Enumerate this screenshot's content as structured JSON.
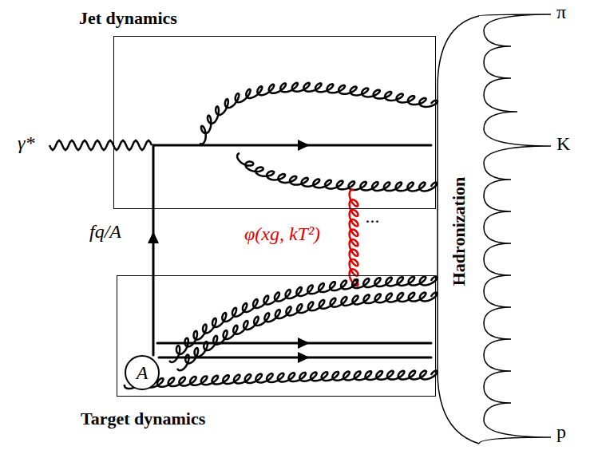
{
  "diagram": {
    "nodes": [
      {
        "text": [
          "Jet dynamics"
        ]
      },
      {
        "text": [
          "Target dynamics"
        ]
      },
      {
        "text": [
          "A"
        ],
        "in": 1
      },
      {
        "text": [
          "Hadronization"
        ]
      }
    ],
    "labels": [
      "γ*",
      "fq/A",
      "φ(xg, kT²)",
      "...",
      "π",
      "K",
      "p"
    ]
  }
}
